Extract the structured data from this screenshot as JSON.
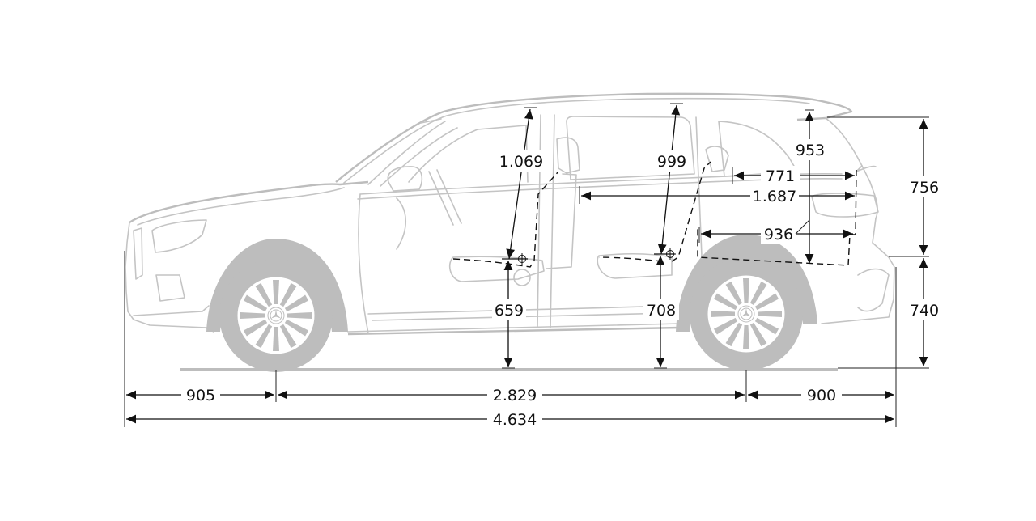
{
  "diagram": {
    "type": "vehicle-dimension-drawing",
    "view": "side-elevation",
    "units": "mm",
    "subject": "compact 7-seat SUV (side view)",
    "colors": {
      "background": "#ffffff",
      "vehicle_outline": "#c4c4c4",
      "tires_and_ground": "#bdbdbd",
      "dimension_lines": "#111111"
    },
    "dimensions": {
      "front_overhang": "905",
      "wheelbase": "2.829",
      "rear_overhang": "900",
      "overall_length": "4.634",
      "front_headroom": "1.069",
      "second_row_headroom": "999",
      "third_row_headroom": "953",
      "front_seat_height": "659",
      "second_row_seat_height": "708",
      "load_length_behind_3rd_row": "771",
      "load_length_behind_1st_row": "1.687",
      "load_length_behind_2nd_row": "936",
      "upper_rear_height": "756",
      "rear_loading_sill_height": "740"
    },
    "icons": {
      "seat_reference_point": "crosshair-circle",
      "wheel_badge": "three-pointed-star"
    }
  }
}
